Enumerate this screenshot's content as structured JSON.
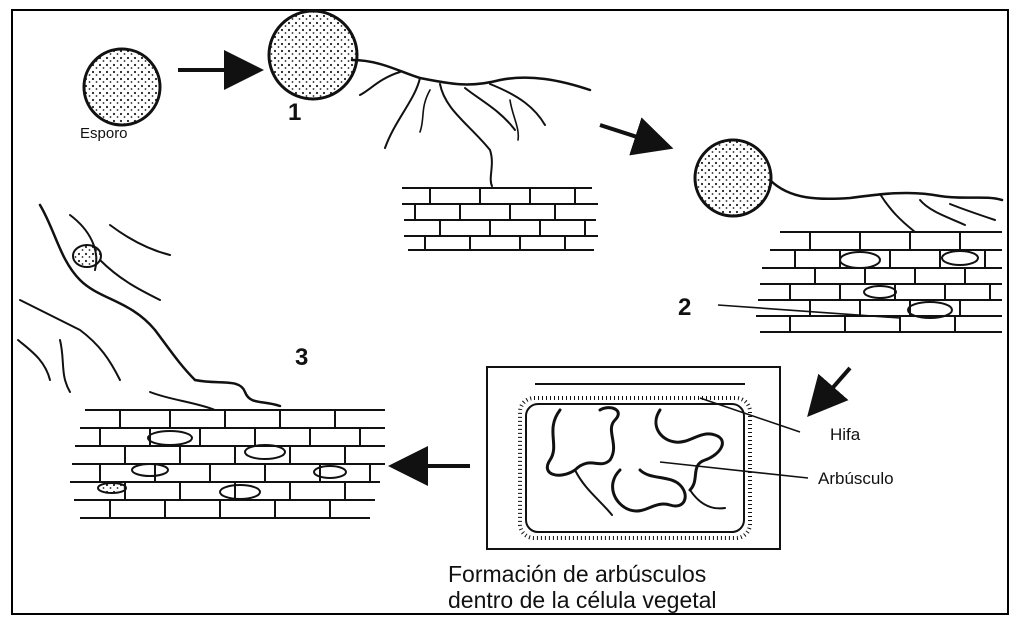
{
  "diagram": {
    "labels": {
      "spore": "Esporo",
      "stage1": "1",
      "stage2": "2",
      "stage3": "3",
      "hypha": "Hifa",
      "arbuscule": "Arbúsculo"
    },
    "caption": {
      "line1": "Formación de arbúsculos",
      "line2": "dentro de la célula vegetal"
    }
  }
}
